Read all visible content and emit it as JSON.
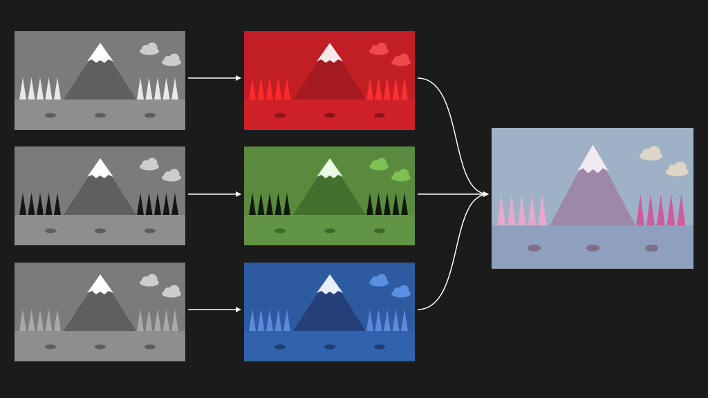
{
  "background": "#1b1b1c",
  "panels": [
    {
      "role": "grayscale-input",
      "channel": "red",
      "icon": "landscape-scene",
      "colors": {
        "sky": "#7b7b7b",
        "ground": "#8e8e8e",
        "mountain": "#5f5f5f",
        "snow": "#ffffff",
        "cloud": "#cdcdcd",
        "tree_left": "#e8e8e8",
        "tree_right": "#e8e8e8",
        "stone": "#5e5e5e"
      }
    },
    {
      "role": "grayscale-input",
      "channel": "green",
      "icon": "landscape-scene",
      "colors": {
        "sky": "#7b7b7b",
        "ground": "#8e8e8e",
        "mountain": "#5f5f5f",
        "snow": "#ffffff",
        "cloud": "#cdcdcd",
        "tree_left": "#151515",
        "tree_right": "#151515",
        "stone": "#5e5e5e"
      }
    },
    {
      "role": "grayscale-input",
      "channel": "blue",
      "icon": "landscape-scene",
      "colors": {
        "sky": "#7b7b7b",
        "ground": "#8e8e8e",
        "mountain": "#5f5f5f",
        "snow": "#ffffff",
        "cloud": "#cdcdcd",
        "tree_left": "#a8a8a8",
        "tree_right": "#a8a8a8",
        "stone": "#5e5e5e"
      }
    },
    {
      "role": "red-channel",
      "icon": "landscape-scene",
      "colors": {
        "sky": "#c21e25",
        "ground": "#cf2228",
        "mountain": "#a51a20",
        "snow": "#fde8e8",
        "cloud": "#f04a4f",
        "tree_left": "#ff2a2a",
        "tree_right": "#ff3030",
        "stone": "#8f1419"
      }
    },
    {
      "role": "green-channel",
      "icon": "landscape-scene",
      "colors": {
        "sky": "#5a8a3e",
        "ground": "#619445",
        "mountain": "#44702e",
        "snow": "#e8fde4",
        "cloud": "#7fc055",
        "tree_left": "#111811",
        "tree_right": "#111811",
        "stone": "#3d6a29"
      }
    },
    {
      "role": "blue-channel",
      "icon": "landscape-scene",
      "colors": {
        "sky": "#2e5a9f",
        "ground": "#3262ad",
        "mountain": "#253f78",
        "snow": "#e7eefc",
        "cloud": "#5b8fe0",
        "tree_left": "#5d88dc",
        "tree_right": "#5d88dc",
        "stone": "#1f3d72"
      }
    },
    {
      "role": "combined-color-output",
      "icon": "landscape-scene",
      "colors": {
        "sky": "#9fb1c4",
        "ground": "#8f9fbe",
        "mountain": "#9e88a8",
        "snow": "#f1eaf0",
        "cloud": "#dcd6c8",
        "tree_left": "#e6a9cb",
        "tree_right": "#d05b9b",
        "stone": "#7e6e86"
      }
    }
  ],
  "arrow_color": "#ffffff"
}
